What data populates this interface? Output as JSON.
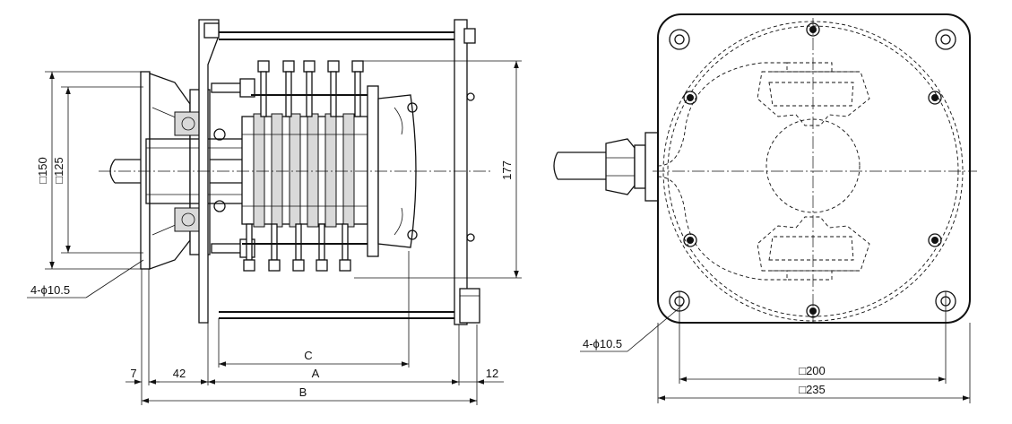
{
  "left_view": {
    "dimensions": {
      "square_150": "□150",
      "square_125": "□125",
      "height_177": "177",
      "holes": "4-ϕ10.5",
      "dim_c": "C",
      "dim_a": "A",
      "dim_b": "B",
      "dim_7": "7",
      "dim_42": "42",
      "dim_12": "12"
    }
  },
  "right_view": {
    "dimensions": {
      "holes": "4-ϕ10.5",
      "square_200": "□200",
      "square_235": "□235"
    }
  }
}
